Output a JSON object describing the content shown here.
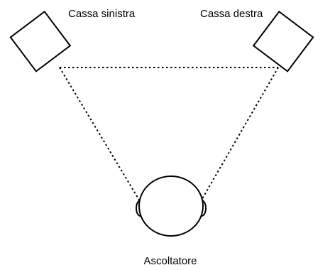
{
  "labels": {
    "left_speaker": "Cassa sinistra",
    "right_speaker": "Cassa destra",
    "listener": "Ascoltatore"
  },
  "colors": {
    "stroke": "#000000",
    "fill": "#ffffff",
    "background": "#ffffff"
  }
}
